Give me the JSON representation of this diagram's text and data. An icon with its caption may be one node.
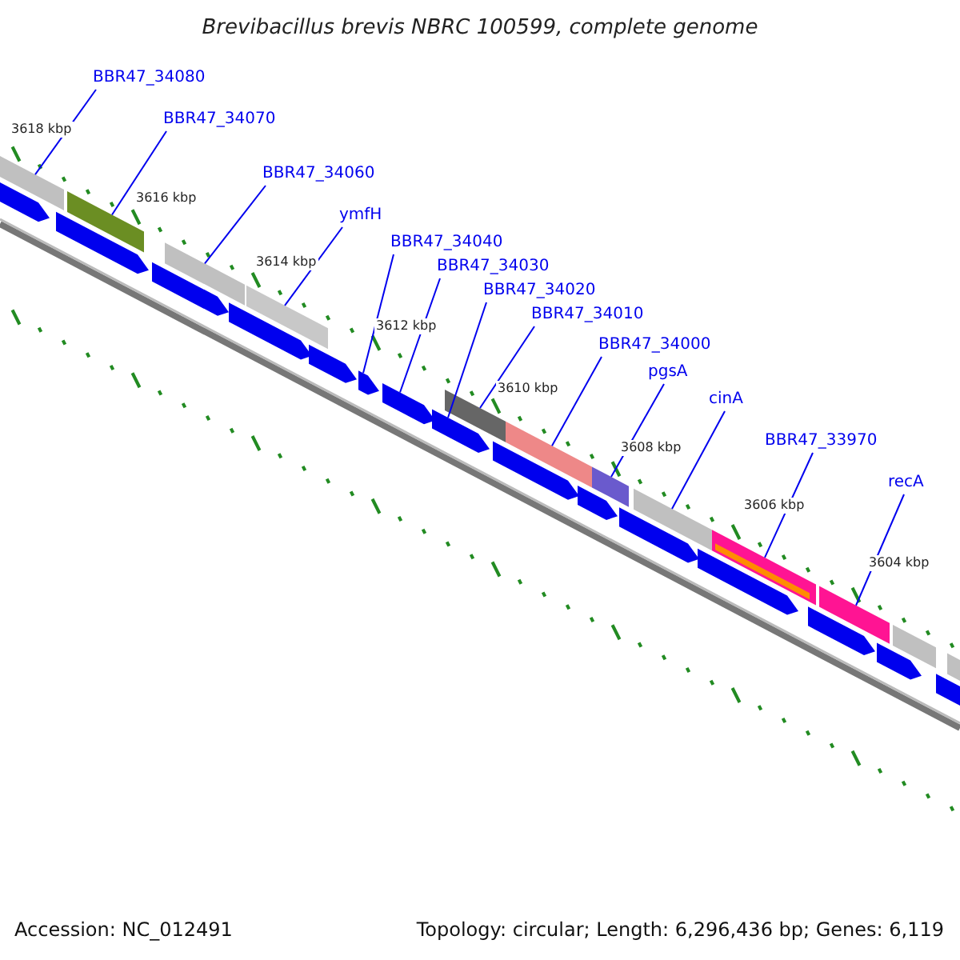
{
  "diagram": {
    "title": "Brevibacillus brevis NBRC 100599, complete genome",
    "nodes": [
      {
        "text": [
          "BBR47_34080"
        ]
      },
      {
        "text": [
          "BBR47_34070"
        ]
      },
      {
        "text": [
          "BBR47_34060"
        ]
      },
      {
        "text": [
          "ymfH"
        ]
      },
      {
        "text": [
          "BBR47_34040"
        ]
      },
      {
        "text": [
          "BBR47_34030"
        ]
      },
      {
        "text": [
          "BBR47_34020"
        ]
      },
      {
        "text": [
          "BBR47_34010"
        ]
      },
      {
        "text": [
          "BBR47_34000"
        ]
      },
      {
        "text": [
          "pgsA"
        ]
      },
      {
        "text": [
          "cinA"
        ]
      },
      {
        "text": [
          "BBR47_33970"
        ]
      },
      {
        "text": [
          "recA"
        ]
      },
      {
        "text": [],
        "shape": "bar"
      },
      {
        "text": [],
        "shape": "bar"
      },
      {
        "text": [],
        "shape": "bar"
      },
      {
        "text": [],
        "shape": "bar"
      },
      {
        "text": [],
        "shape": "bar"
      },
      {
        "text": [],
        "shape": "bar"
      },
      {
        "text": [],
        "shape": "bar"
      },
      {
        "text": [],
        "shape": "bar"
      },
      {
        "text": [],
        "shape": "bar"
      },
      {
        "text": [],
        "shape": "bar"
      },
      {
        "text": [],
        "shape": "bar"
      },
      {
        "text": [],
        "shape": "bar"
      },
      {
        "text": [],
        "shape": "bar"
      },
      {
        "text": [],
        "shape": "bar"
      },
      {
        "text": [],
        "shape": "bar"
      },
      {
        "text": [],
        "shape": "bar"
      },
      {
        "text": [],
        "shape": "bar"
      },
      {
        "text": [],
        "shape": "bar"
      },
      {
        "text": [],
        "shape": "bar"
      },
      {
        "text": [],
        "shape": "bar"
      },
      {
        "text": [],
        "shape": "bar"
      },
      {
        "text": [],
        "shape": "bar"
      },
      {
        "text": [],
        "shape": "bar"
      },
      {
        "text": [],
        "shape": "bar"
      },
      {
        "text": [],
        "shape": "bar"
      },
      {
        "text": [],
        "shape": "bar"
      },
      {
        "text": [],
        "shape": "bar"
      }
    ],
    "edges": [
      {
        "from": 0,
        "to": 13,
        "arrow": "none"
      },
      {
        "from": 1,
        "to": 16,
        "arrow": "none"
      },
      {
        "from": 2,
        "to": 18,
        "arrow": "none"
      },
      {
        "from": 3,
        "to": 20,
        "arrow": "none"
      },
      {
        "from": 4,
        "to": 22,
        "arrow": "none"
      },
      {
        "from": 5,
        "to": 23,
        "arrow": "none"
      },
      {
        "from": 6,
        "to": 24,
        "arrow": "none"
      },
      {
        "from": 7,
        "to": 25,
        "arrow": "none"
      },
      {
        "from": 8,
        "to": 27,
        "arrow": "none"
      },
      {
        "from": 9,
        "to": 29,
        "arrow": "none"
      },
      {
        "from": 10,
        "to": 31,
        "arrow": "none"
      },
      {
        "from": 11,
        "to": 33,
        "arrow": "none"
      },
      {
        "from": 12,
        "to": 35,
        "arrow": "none"
      }
    ],
    "labels": [
      "3618 kbp",
      "3616 kbp",
      "3614 kbp",
      "3612 kbp",
      "3610 kbp",
      "3608 kbp",
      "3606 kbp",
      "3604 kbp",
      "Accession: NC_012491",
      "Topology: circular; Length: 6,296,436 bp; Genes: 6,119"
    ]
  }
}
